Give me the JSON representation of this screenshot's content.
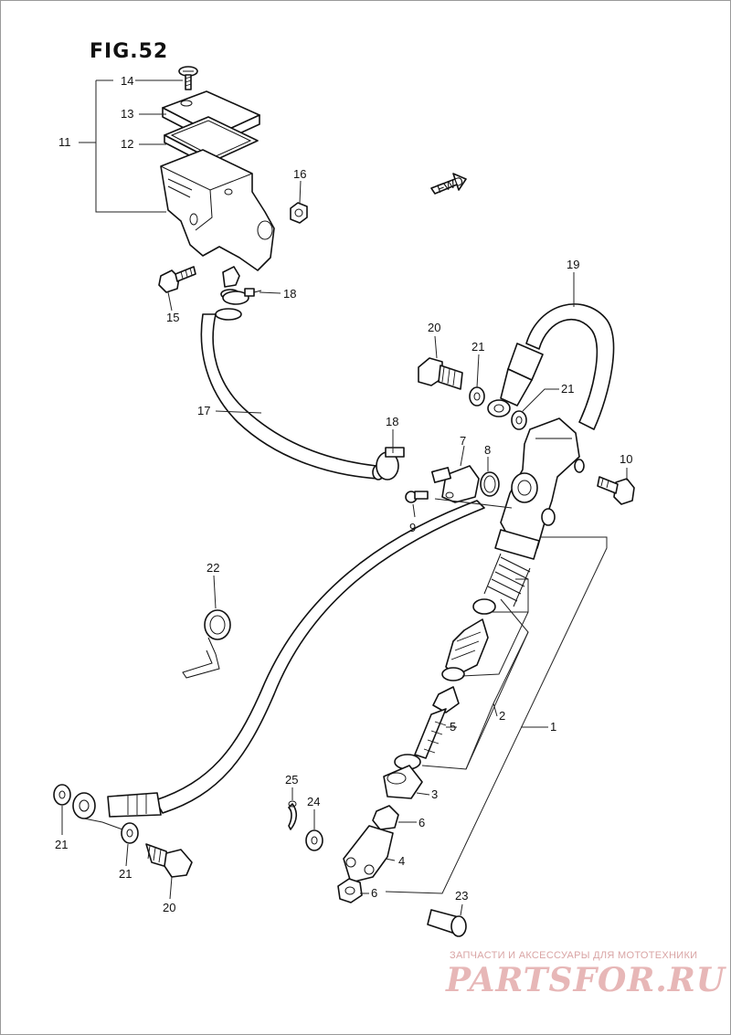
{
  "figure": {
    "title": "FIG.52"
  },
  "direction_tag": "FWD",
  "callouts": {
    "c1": "1",
    "c2": "2",
    "c3": "3",
    "c4": "4",
    "c5": "5",
    "c6a": "6",
    "c6b": "6",
    "c7": "7",
    "c8": "8",
    "c9": "9",
    "c10": "10",
    "c11": "11",
    "c12": "12",
    "c13": "13",
    "c14": "14",
    "c15": "15",
    "c16": "16",
    "c17": "17",
    "c18a": "18",
    "c18b": "18",
    "c19": "19",
    "c20a": "20",
    "c20b": "20",
    "c21a": "21",
    "c21b": "21",
    "c21c": "21",
    "c21d": "21",
    "c22": "22",
    "c23": "23",
    "c24": "24",
    "c25": "25"
  },
  "watermark": {
    "line1": "ЗАПЧАСТИ И АКСЕССУАРЫ ДЛЯ МОТОТЕХНИКИ",
    "logo": "PARTSFOR.RU"
  }
}
